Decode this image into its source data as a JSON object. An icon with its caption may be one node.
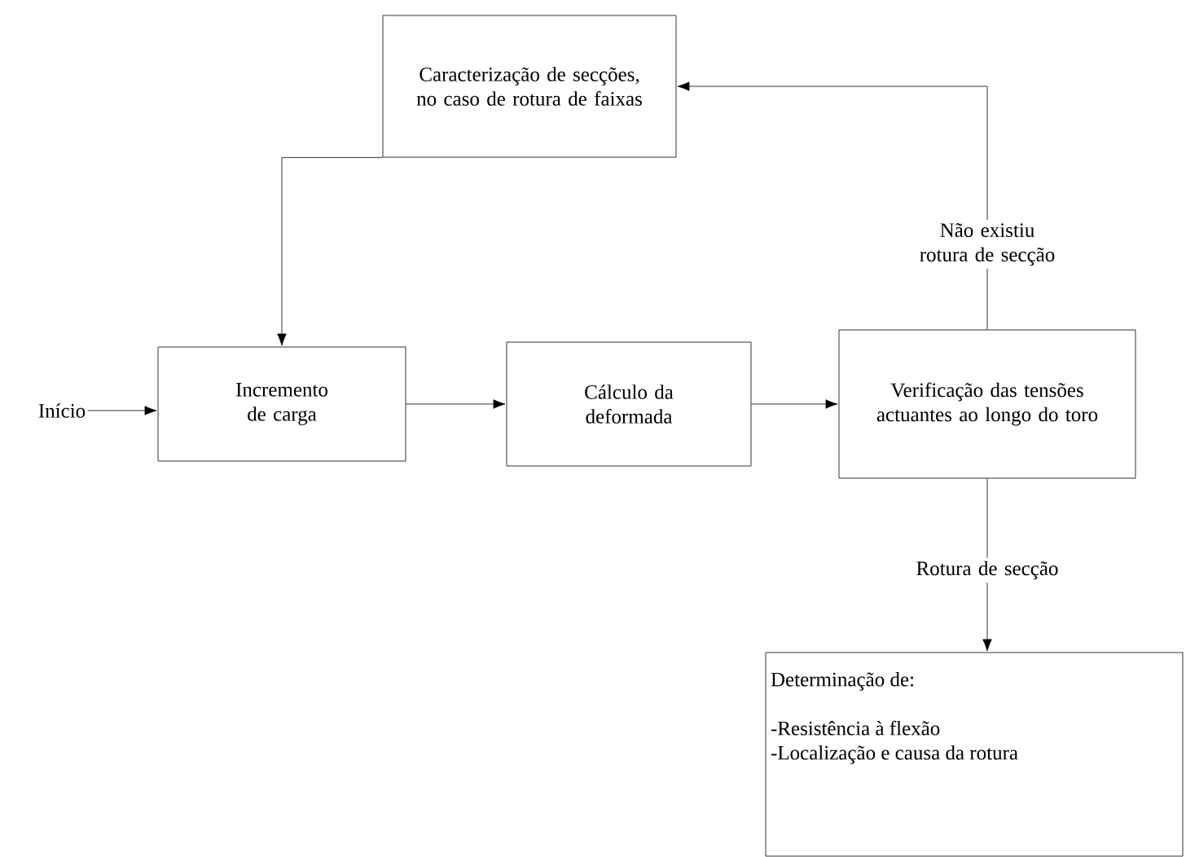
{
  "diagram": {
    "nodes": [
      {
        "text": [
          "Caracterização de secções, no caso de rotura de faixas"
        ]
      },
      {
        "text": [
          "Início"
        ]
      },
      {
        "text": [
          "Incremento de carga"
        ]
      },
      {
        "text": [
          "Cálculo da deformada"
        ]
      },
      {
        "text": [
          "Verificação das tensões actuantes ao longo do toro"
        ]
      },
      {
        "text": [
          "Determinação de:",
          "-Resistência à flexão",
          "-Localização e causa da rotura"
        ]
      }
    ],
    "edges": [
      {
        "from": 1,
        "to": 2,
        "arrow": "to"
      },
      {
        "from": 2,
        "to": 3,
        "arrow": "to"
      },
      {
        "from": 3,
        "to": 4,
        "arrow": "to"
      },
      {
        "from": 4,
        "to": 0,
        "arrow": "to",
        "label": "Não existiu rotura de secção"
      },
      {
        "from": 0,
        "to": 2,
        "arrow": "to"
      },
      {
        "from": 4,
        "to": 5,
        "arrow": "to",
        "label": "Rotura  de secção"
      }
    ]
  }
}
